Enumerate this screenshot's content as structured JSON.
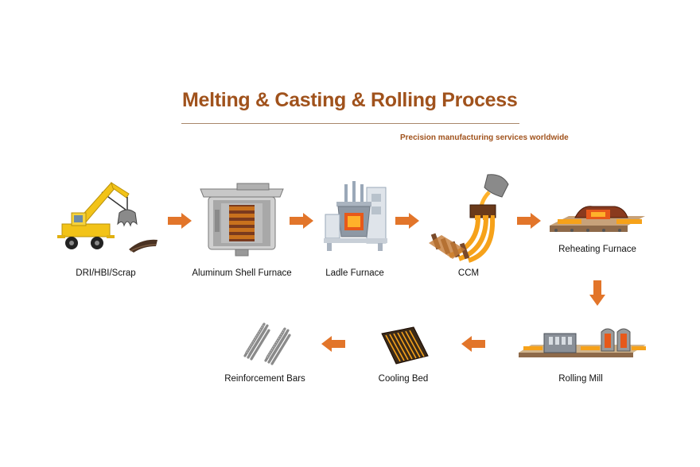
{
  "header": {
    "title": "Melting & Casting & Rolling Process",
    "subtitle": "Precision manufacturing services worldwide"
  },
  "colors": {
    "title": "#a0521c",
    "arrow": "#e2752a",
    "crane": "#f2c318",
    "molten": "#f6a21a"
  },
  "steps": [
    {
      "label": "DRI/HBI/Scrap",
      "icon": "scrap-crane-icon"
    },
    {
      "label": "Aluminum Shell  Furnace",
      "icon": "induction-furnace-icon"
    },
    {
      "label": "Ladle Furnace",
      "icon": "ladle-furnace-icon"
    },
    {
      "label": "CCM",
      "icon": "continuous-casting-icon"
    },
    {
      "label": "Reheating Furnace",
      "icon": "reheating-furnace-icon"
    },
    {
      "label": "Rolling Mill",
      "icon": "rolling-mill-icon"
    },
    {
      "label": "Cooling Bed",
      "icon": "cooling-bed-icon"
    },
    {
      "label": "Reinforcement Bars",
      "icon": "rebar-bundle-icon"
    }
  ]
}
